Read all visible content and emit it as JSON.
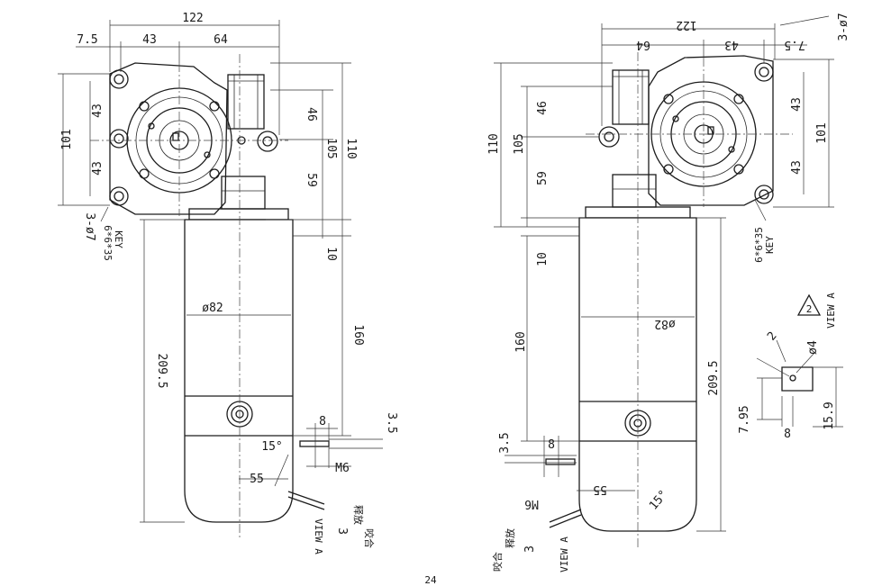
{
  "page_number": "24",
  "left_view": {
    "dims": {
      "d122": "122",
      "d7_5": "7.5",
      "d43a": "43",
      "d64": "64",
      "d101": "101",
      "d43b": "43",
      "d43c": "43",
      "d46": "46",
      "d105": "105",
      "d110": "110",
      "d59": "59",
      "d10": "10",
      "d82": "ø82",
      "d209_5": "209.5",
      "d160": "160",
      "d8": "8",
      "d3_5": "3.5",
      "dM6": "M6",
      "d15": "15°",
      "d55": "55",
      "d3": "3",
      "holes": "3-ø7",
      "key": "6*6*35",
      "key_word": "KEY",
      "view": "VIEW A",
      "release": "释放",
      "engage": "咬合"
    }
  },
  "right_view": {
    "dims": {
      "d122": "122",
      "d7_5": "7.5",
      "d43a": "43",
      "d64": "64",
      "holes": "3-ø7",
      "d46": "46",
      "d105": "105",
      "d110": "110",
      "d59": "59",
      "d10": "10",
      "d43b": "43",
      "d43c": "43",
      "d101": "101",
      "key": "6*6*35",
      "key_word": "KEY",
      "d82": "ø82",
      "d160": "160",
      "d209_5": "209.5",
      "d3_5": "3.5",
      "d8": "8",
      "dM6": "M6",
      "d55": "55",
      "d15": "15°",
      "d3": "3",
      "view": "VIEW A",
      "release": "释放",
      "engage": "咬合"
    }
  },
  "detail_view": {
    "label": "VIEW A",
    "marker": "2",
    "d2": "2",
    "d4": "ø4",
    "d7_95": "7.95",
    "d8": "8",
    "d15_9": "15.9"
  }
}
